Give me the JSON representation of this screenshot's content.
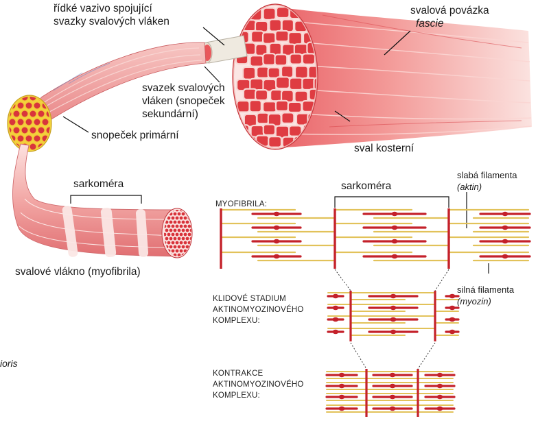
{
  "labels": {
    "connective": [
      "řídké vazivo spojující",
      "svazky svalových vláken"
    ],
    "fascia": "svalová povázka",
    "fascia_latin": "fascie",
    "bundle": [
      "svazek svalových",
      "vláken (snopeček",
      "sekundární)"
    ],
    "primary": "snopeček primární",
    "muscle": "sval kosterní",
    "sarcomere_left": "sarkoméra",
    "fiber": "svalové vlákno (myofibrila)",
    "partial": "ioris",
    "sarcomere_right": "sarkoméra",
    "thin": "slabá filamenta",
    "thin_latin": "(aktin)",
    "thick": "silná filamenta",
    "thick_latin": "(myozin)",
    "myofibril": "MYOFIBRILA:",
    "rest": [
      "KLIDOVÉ STADIUM",
      "AKTINOMYOZINOVÉHO",
      "KOMPLEXU:"
    ],
    "contraction": [
      "KONTRAKCE",
      "AKTINOMYOZINOVÉHO",
      "KOMPLEXU:"
    ]
  },
  "colors": {
    "muscle_red": "#d9383f",
    "muscle_pink": "#f3b3b0",
    "filament_red": "#c4212a",
    "filament_yellow": "#e2c25a"
  }
}
